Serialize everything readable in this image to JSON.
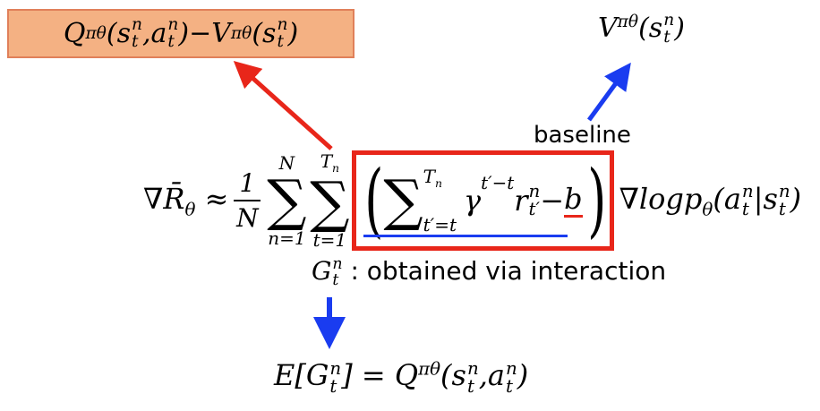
{
  "advantage_box": {
    "text_q": "Q",
    "text_v": "V",
    "sup": "πθ",
    "args_q": "(s",
    "minus": " − "
  },
  "value_label": {
    "v": "V",
    "sup": "πθ"
  },
  "baseline_label": "baseline",
  "formula": {
    "grad": "∇R̄",
    "theta": "θ",
    "approx": " ≈ ",
    "one": "1",
    "N": "N",
    "sum": "∑",
    "n_upper": "N",
    "n_lower": "n=1",
    "t_upper": "T",
    "t_upper_sub": "n",
    "t_lower": "t=1",
    "inner_upper": "T",
    "inner_lower": "t′=t",
    "gamma": "γ",
    "gamma_exp": "t′−t",
    "r": "r",
    "minus_b": " − ",
    "b": "b",
    "tail": "∇logp",
    "tail_args": "(a"
  },
  "g_label": {
    "g": "G",
    "desc": " : obtained via interaction"
  },
  "expectation": {
    "e": "E[G",
    "eq": "] = ",
    "q": "Q"
  },
  "colors": {
    "red": "#e8261a",
    "blue": "#1a3cf0",
    "orange_fill": "#f4b183"
  }
}
